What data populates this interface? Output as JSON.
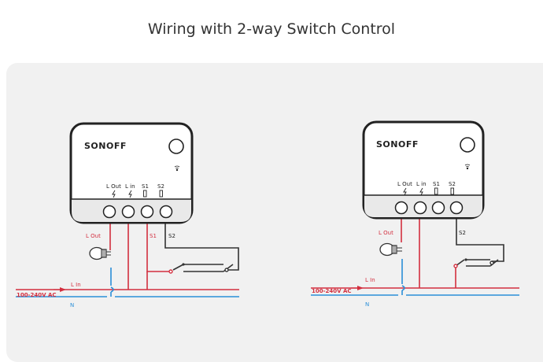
{
  "title": "Wiring with 2-way Switch Control",
  "colors": {
    "live": "#d32f3f",
    "neutral": "#2a8fd8",
    "signal": "#333333",
    "device": "#ffffff",
    "panel": "#f1f1f1"
  },
  "left": {
    "brand": "SONOFF",
    "terminals": [
      "L Out",
      "L in",
      "S1",
      "S2"
    ],
    "wire_labels": {
      "l_out": "L Out",
      "s1": "S1",
      "s2": "S2",
      "l_in": "L In",
      "ac": "100-240V AC",
      "n": "N"
    }
  },
  "right": {
    "brand": "SONOFF",
    "terminals": [
      "L Out",
      "L in",
      "S1",
      "S2"
    ],
    "wire_labels": {
      "l_out": "L Out",
      "s2": "S2",
      "l_in": "L In",
      "ac": "100-240V AC",
      "n": "N"
    }
  }
}
